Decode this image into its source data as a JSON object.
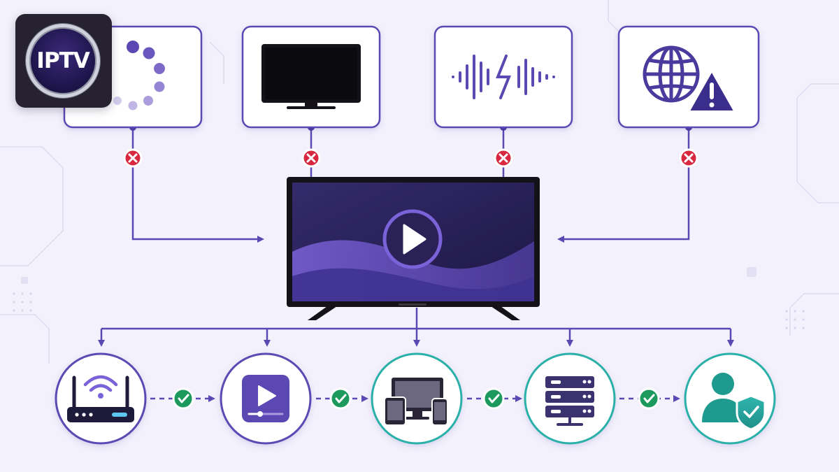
{
  "logo": {
    "text": "IPTV"
  },
  "colors": {
    "primary": "#5b48b3",
    "error": "#d8283f",
    "success": "#1c9a5e",
    "teal": "#2ab0a8",
    "tv_screen": "#2a2257",
    "background": "#f3f1fb"
  },
  "top_problems": [
    {
      "icon": "buffering-spinner-icon",
      "status": "error"
    },
    {
      "icon": "black-screen-tv-icon",
      "status": "error"
    },
    {
      "icon": "audio-glitch-waveform-icon",
      "status": "error"
    },
    {
      "icon": "network-warning-globe-icon",
      "status": "error"
    }
  ],
  "center": {
    "icon": "tv-play-icon"
  },
  "bottom_steps": [
    {
      "icon": "wifi-router-icon",
      "status": "ok"
    },
    {
      "icon": "video-player-app-icon",
      "status": "ok"
    },
    {
      "icon": "multi-device-icon",
      "status": "ok"
    },
    {
      "icon": "server-rack-icon",
      "status": "ok"
    },
    {
      "icon": "user-shield-icon",
      "status": "ok"
    }
  ]
}
